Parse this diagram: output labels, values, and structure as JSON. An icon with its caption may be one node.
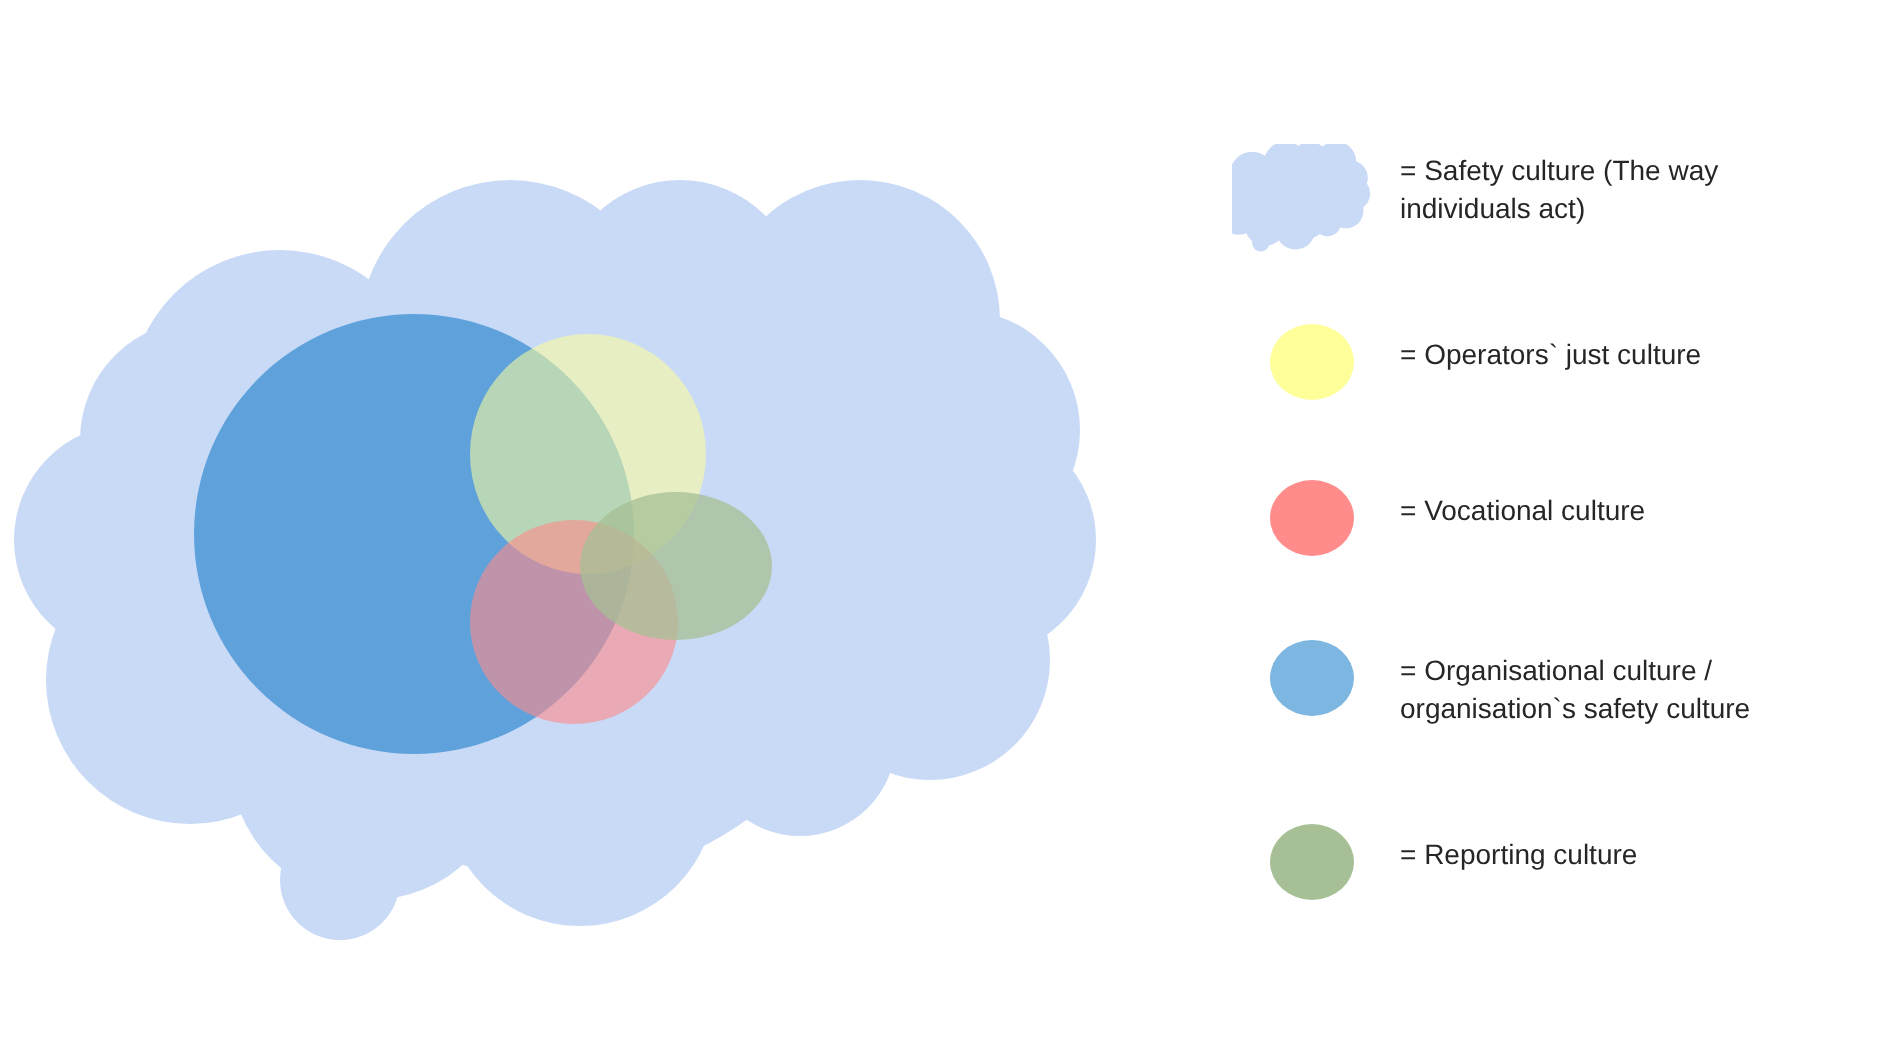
{
  "diagram": {
    "legend": [
      {
        "text": "= Safety culture (The way individuals act)"
      },
      {
        "text": "= Operators` just culture",
        "color": "#ffff99"
      },
      {
        "text": "= Vocational culture",
        "color": "#ff8b8b"
      },
      {
        "text": "= Organisational culture / organisation`s safety culture",
        "color": "#7db6e0"
      },
      {
        "text": "= Reporting culture",
        "color": "#a6bf94"
      }
    ]
  }
}
